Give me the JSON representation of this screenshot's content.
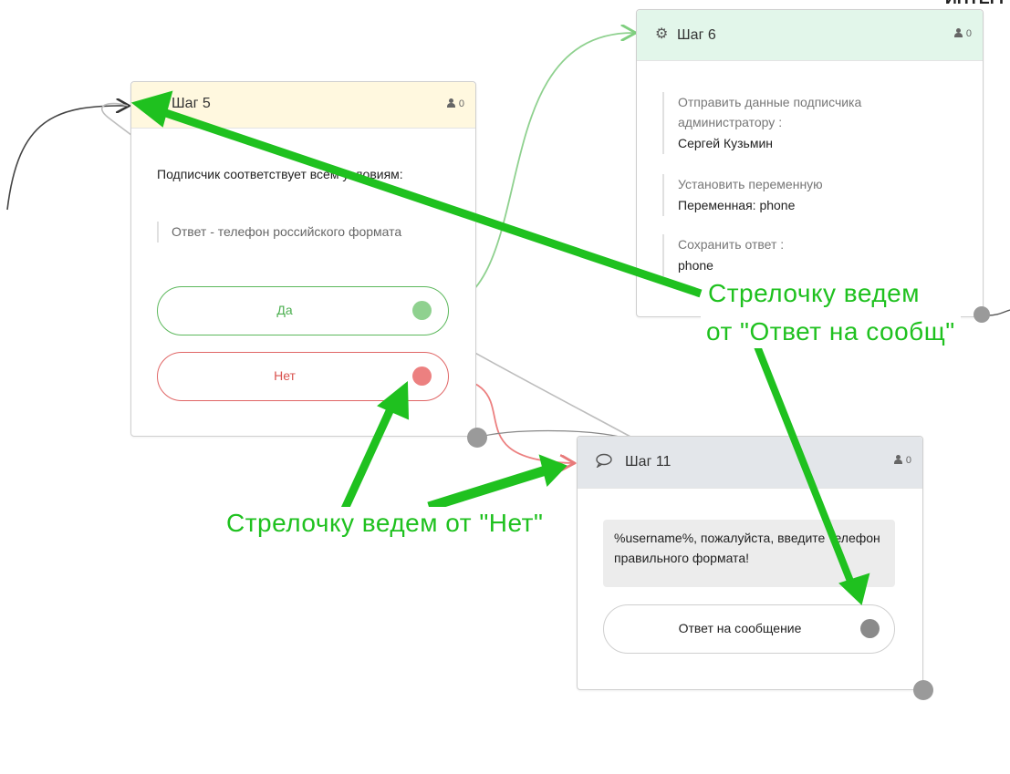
{
  "page": {
    "corner_text": "ИНТЕГР"
  },
  "colors": {
    "green": "#5cb85c",
    "green_dot": "#8fd18f",
    "red": "#e06666",
    "red_dot": "#ec8080",
    "annot_green": "#1fc11f",
    "step5_header": "#fff8df",
    "step6_header": "#e2f6ea",
    "step11_header": "#e3e6ea"
  },
  "step5": {
    "title": "Шаг 5",
    "icon": "branch-icon",
    "subscribers": "0",
    "condition": "Подписчик соответствует всем условиям:",
    "rule": "Ответ - телефон российского формата",
    "yes_label": "Да",
    "no_label": "Нет"
  },
  "step6": {
    "title": "Шаг 6",
    "icon": "gears-icon",
    "subscribers": "0",
    "actions": [
      {
        "label": "Отправить данные подписчика администратору :",
        "value": "Сергей Кузьмин"
      },
      {
        "label": "Установить переменную",
        "value": "Переменная: phone"
      },
      {
        "label": "Сохранить ответ :",
        "value": "phone"
      }
    ]
  },
  "step11": {
    "title": "Шаг 11",
    "icon": "speech-bubble-icon",
    "subscribers": "0",
    "message": "%username%, пожалуйста, введите телефон правильного формата!",
    "reply_button": "Ответ на сообщение"
  },
  "annotations": {
    "right_line1": "Стрелочку ведем",
    "right_line2": "от \"Ответ на сообщ\"",
    "left": "Стрелочку ведем от \"Нет\""
  }
}
